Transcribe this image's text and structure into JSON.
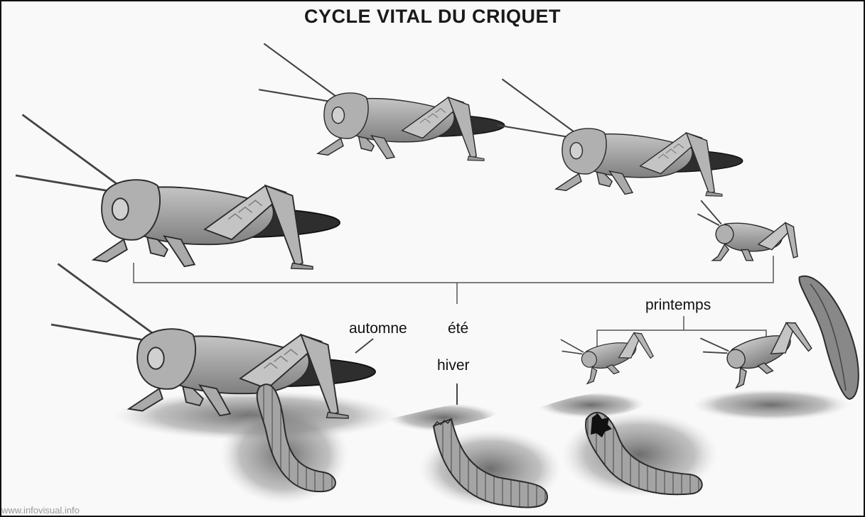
{
  "title": "CYCLE VITAL DU CRIQUET",
  "labels": {
    "autumn": "automne",
    "summer": "été",
    "winter": "hiver",
    "spring": "printemps"
  },
  "watermark": "www.infovisual.info",
  "colors": {
    "body_fill": "#a8a8a8",
    "body_dark": "#6e6e6e",
    "wing_dark": "#1e1e1e",
    "outline": "#2b2b2b",
    "ground": "#8a8a8a",
    "line": "#555555"
  }
}
